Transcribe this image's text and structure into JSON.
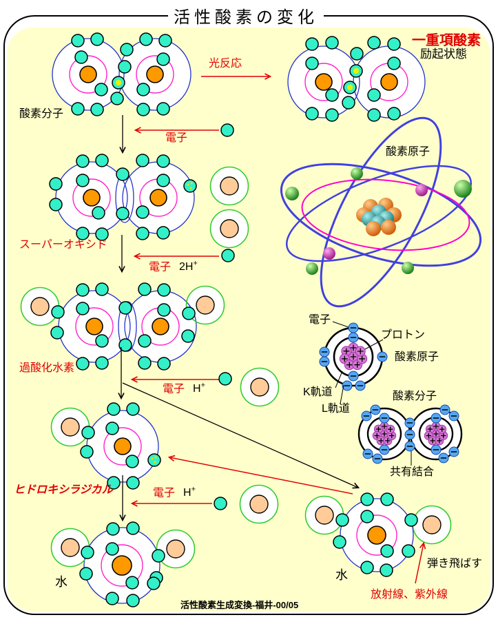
{
  "title": "活性酸素の変化",
  "caption": "活性酸素生成変換-福井-00/05",
  "colors": {
    "background": "#FFFFCC",
    "accent_red": "#E00000",
    "orbit_blue": "#2233CC",
    "orbit_magenta": "#FF22CC",
    "orbit_green": "#33CC33",
    "nucleus_orange": "#FF9900",
    "nucleus_peach": "#FFCC99",
    "electron_cyan": "#33F0C8",
    "electron_excited_yellow": "#E8F000",
    "electron_blue": "#55A8F0",
    "proton_magenta": "#D478D4"
  },
  "flow": {
    "oxygen_molecule_label": "酸素分子",
    "photoreaction_label": "光反応",
    "singlet_oxygen_label": "一重項酸素",
    "excited_state_label": "励起状態",
    "superoxide_label": "スーパーオキシド",
    "hydrogen_peroxide_label": "過酸化水素",
    "hydroxyl_radical_label": "ヒドロキシラジカル",
    "water_left_label": "水",
    "water_right_label": "水",
    "steps": {
      "step1": {
        "electron": "電子"
      },
      "step2": {
        "electron": "電子",
        "species": "2H",
        "charge": "+"
      },
      "step3": {
        "electron": "電子",
        "species": "H",
        "charge": "+"
      },
      "step4": {
        "electron": "電子",
        "species": "H",
        "charge": "+"
      }
    }
  },
  "atom_art": {
    "label": "酸素原子"
  },
  "shell_diagram": {
    "electron_label": "電子",
    "proton_label": "プロトン",
    "oxygen_atom_label": "酸素原子",
    "k_orbit_label": "K軌道",
    "l_orbit_label": "L軌道",
    "oxygen_molecule_label": "酸素分子",
    "covalent_bond_label": "共有結合"
  },
  "radiation": {
    "knock_away_label": "弾き飛ばす",
    "source_label": "放射線、紫外線"
  }
}
